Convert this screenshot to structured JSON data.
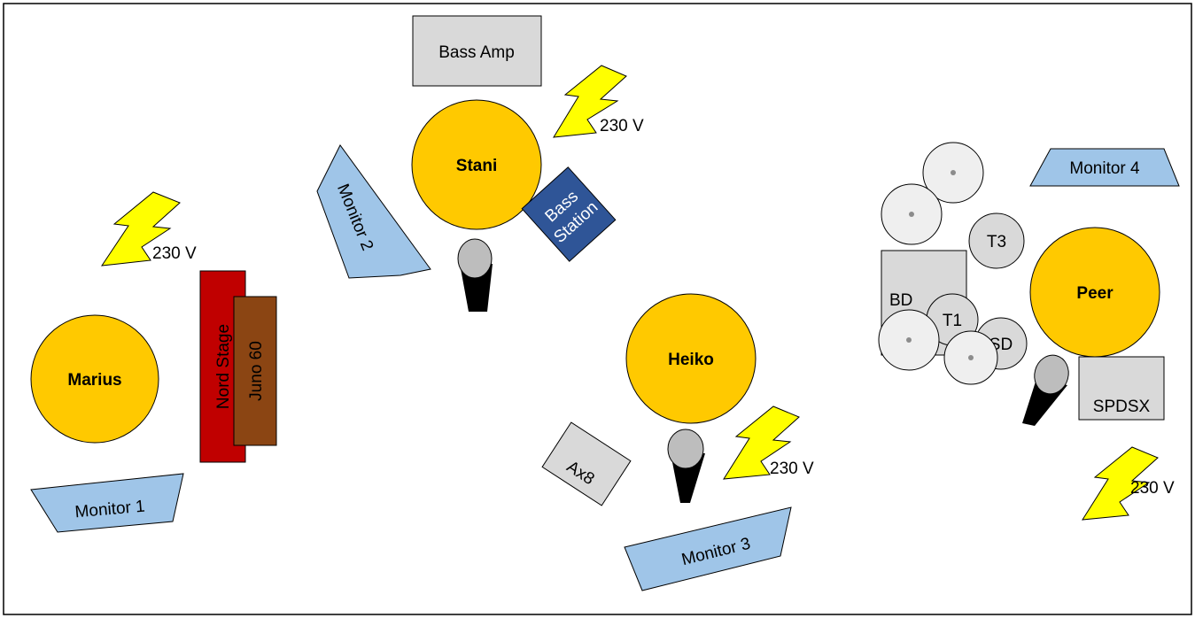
{
  "title": "",
  "musicians": [
    {
      "name": "Marius"
    },
    {
      "name": "Stani"
    },
    {
      "name": "Heiko"
    },
    {
      "name": "Peer"
    }
  ],
  "monitors": [
    {
      "label": "Monitor 1"
    },
    {
      "label": "Monitor 2"
    },
    {
      "label": "Monitor 3"
    },
    {
      "label": "Monitor 4"
    }
  ],
  "equipment": {
    "bass_amp": "Bass Amp",
    "bass_station": [
      "Bass",
      "Station"
    ],
    "nord_stage": "Nord Stage",
    "juno_60": "Juno 60",
    "ax8": "Ax8",
    "spdsx": "SPDSX"
  },
  "drums": {
    "bass_drum": "BD",
    "tom_1": "T1",
    "tom_3": "T3",
    "snare": "SD"
  },
  "power": {
    "label": "230 V",
    "count": 4
  },
  "colors": {
    "musician": "#FFC900",
    "monitor": "#9FC5E8",
    "equipment": "#D9D9D9",
    "bass_station": "#2F5597",
    "nord_stage": "#C00000",
    "juno_60": "#8B4513",
    "lightning": "#FFFF00",
    "cymbal": "#EFEFEF",
    "mic": "#000000"
  }
}
